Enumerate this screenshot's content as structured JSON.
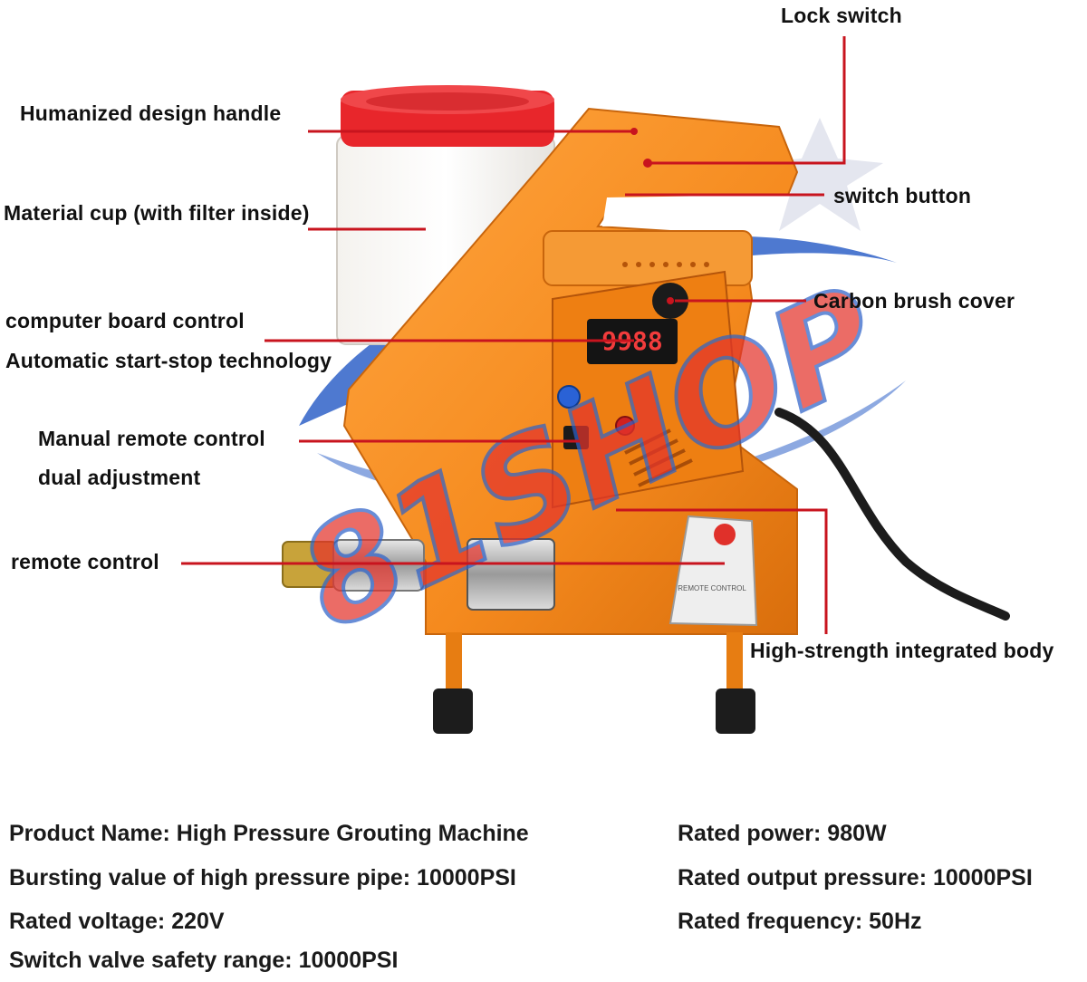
{
  "watermark": "81SHOP",
  "display_readout": "9988",
  "remote_tag_text": "REMOTE CONTROL",
  "labels": {
    "lock_switch": "Lock switch",
    "handle": "Humanized design handle",
    "switch_button": "switch button",
    "material_cup": "Material cup (with filter inside)",
    "carbon_brush": "Carbon brush cover",
    "computer_board_1": "computer board control",
    "computer_board_2": "Automatic start-stop technology",
    "manual_remote_1": "Manual remote control",
    "manual_remote_2": "dual adjustment",
    "remote_control": "remote control",
    "body": "High-strength integrated body"
  },
  "specs": {
    "product_name": "Product Name: High Pressure Grouting Machine",
    "bursting_value": "Bursting value of high pressure pipe: 10000PSI",
    "rated_voltage": "Rated voltage: 220V",
    "switch_valve": "Switch valve safety range: 10000PSI",
    "rated_power": "Rated power: 980W",
    "rated_output": "Rated output pressure: 10000PSI",
    "rated_frequency": "Rated frequency: 50Hz"
  },
  "colors": {
    "machine_orange": "#f58a1e",
    "callout_red": "#c8141e",
    "watermark_blue": "#2f62c8",
    "watermark_red": "#e4342c"
  }
}
